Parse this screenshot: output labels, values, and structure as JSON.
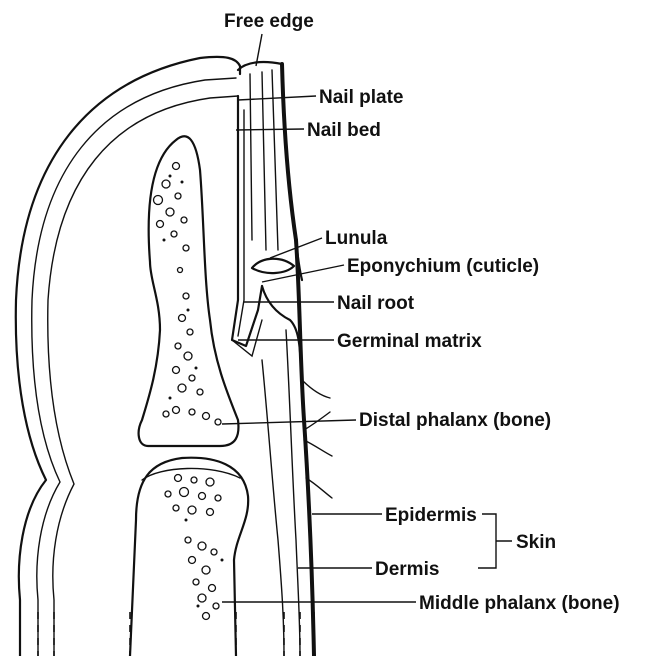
{
  "diagram": {
    "labels": {
      "free_edge": "Free edge",
      "nail_plate": "Nail plate",
      "nail_bed": "Nail bed",
      "lunula": "Lunula",
      "eponychium": "Eponychium (cuticle)",
      "nail_root": "Nail root",
      "germinal_matrix": "Germinal matrix",
      "distal_phalanx": "Distal phalanx (bone)",
      "epidermis": "Epidermis",
      "skin": "Skin",
      "dermis": "Dermis",
      "middle_phalanx": "Middle phalanx (bone)"
    }
  }
}
